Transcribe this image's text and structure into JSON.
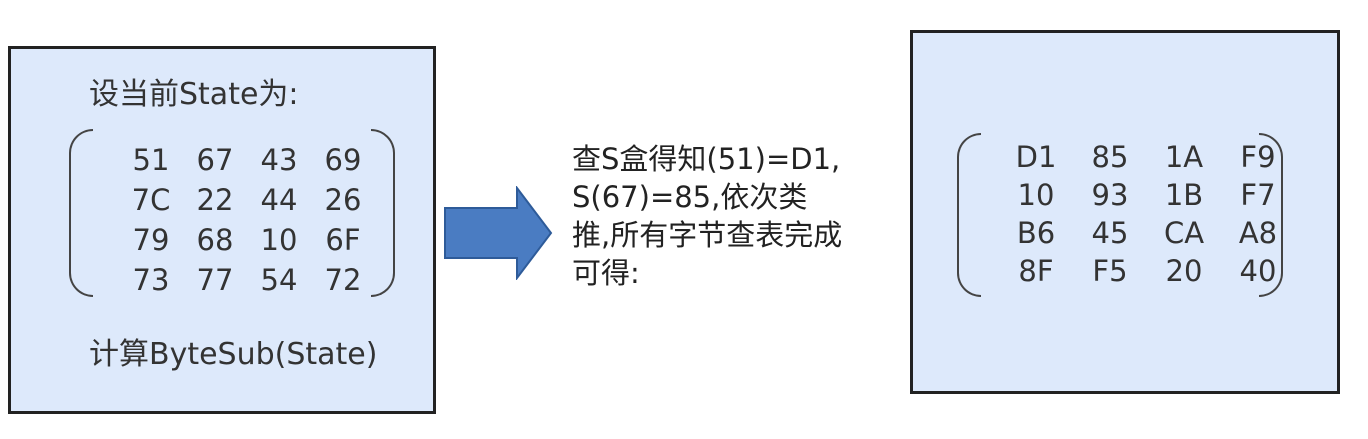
{
  "left_panel": {
    "heading": "设当前State为:",
    "matrix": [
      [
        "51",
        "67",
        "43",
        "69"
      ],
      [
        "7C",
        "22",
        "44",
        "26"
      ],
      [
        "79",
        "68",
        "10",
        "6F"
      ],
      [
        "73",
        "77",
        "54",
        "72"
      ]
    ],
    "footer": "计算ByteSub(State)"
  },
  "explanation": {
    "lines": [
      "查S盒得知(51)=D1,",
      "S(67)=85,依次类",
      "推,所有字节查表完成",
      "可得:"
    ]
  },
  "right_panel": {
    "matrix": [
      [
        "D1",
        "85",
        "1A",
        "F9"
      ],
      [
        "10",
        "93",
        "1B",
        "F7"
      ],
      [
        "B6",
        "45",
        "CA",
        "A8"
      ],
      [
        "8F",
        "F5",
        "20",
        "40"
      ]
    ]
  },
  "colors": {
    "panel_fill": "#dde9fb",
    "arrow_fill": "#4a7cc2",
    "arrow_stroke": "#2e5b99"
  }
}
